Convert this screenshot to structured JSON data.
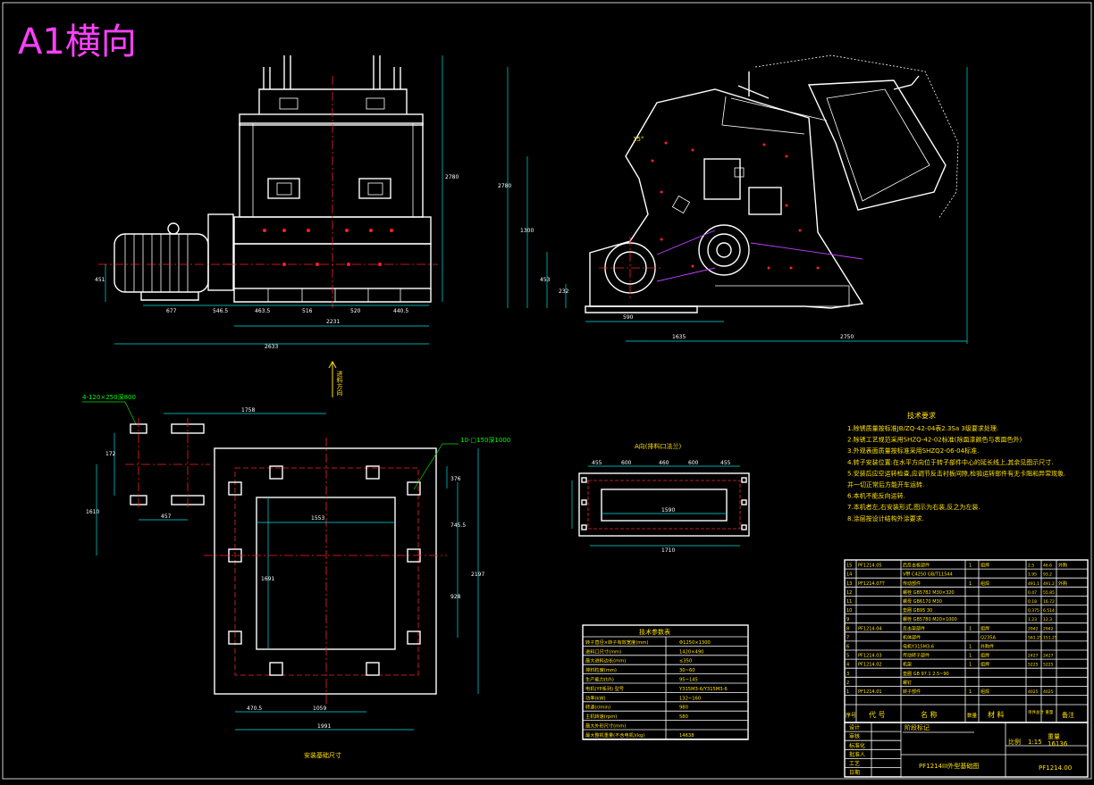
{
  "sheet": {
    "format_label": "A1横向"
  },
  "front_view": {
    "dims_bottom": [
      "677",
      "546.5",
      "463.5",
      "516",
      "520",
      "440.5"
    ],
    "overall_span": "2231",
    "overall_width": "2633",
    "height_total": "2780",
    "motor_height": "451"
  },
  "side_view": {
    "angle": "15°",
    "height_total": "2780",
    "height_mid": "1300",
    "height_lower": "453",
    "height_small": "232",
    "dim_a": "590",
    "dim_b": "1635",
    "dim_c": "2750",
    "feed_direction": "进料方向"
  },
  "base_plan": {
    "bolt_note": "4-120×250深800",
    "hole_note": "10-□150深1000",
    "title": "安装基础尺寸",
    "dims": {
      "top": "1758",
      "inner_w": "1553",
      "d457": "457",
      "d1610": "1610",
      "d1691": "1691",
      "d745": "745.5",
      "d928": "928",
      "d2197": "2197",
      "d470": "470.5",
      "d1059": "1059",
      "d1991": "1991",
      "d376": "376",
      "d172": "172"
    }
  },
  "section_view": {
    "title": "A向(排料口法兰)",
    "dims": [
      "455",
      "600",
      "460",
      "600",
      "455",
      "1590",
      "1710"
    ]
  },
  "tech_requirements": {
    "title": "技术要求",
    "items": [
      "1.除锈质量按标准JB/ZQ-42-04表2.3Sa 3级要求处理.",
      "2.除锈工艺规范采用SHZQ-42-02标准(除面漆颜色与表面色外)",
      "3.外观表面质量按标准采用SHZQ2-06-04标准.",
      "4.转子安装位置:在水平方向位于转子部件中心的延长线上,其余见图示尺寸.",
      "5.安装后应空运转检查,应调节反击衬板间隙,检验运转部件有无卡阻和异常现象.",
      "  并一切正常后方能开车运转.",
      "6.本机不能反向运转.",
      "7.本机者左,右安装形式,图示为右装,反之为左装.",
      "8.涂层按设计结构外涂要求."
    ]
  },
  "tech_params": {
    "title": "技术参数表",
    "rows": [
      {
        "label": "转子直径×转子有效宽度(mm)",
        "value": "Φ1250×1300"
      },
      {
        "label": "进料口尺寸(mm)",
        "value": "1420×490"
      },
      {
        "label": "最大进料边长(mm)",
        "value": "≤350"
      },
      {
        "label": "排料粒度(mm)",
        "value": "30~60"
      },
      {
        "label": "生产能力(t/h)",
        "value": "95~145"
      },
      {
        "label": "电机(YP系列)  型号",
        "value": "Y315M3-6/Y315M3-6"
      },
      {
        "label": "功率(kW)",
        "value": "132~160"
      },
      {
        "label": "转速(r/min)",
        "value": "980"
      },
      {
        "label": "主机转速(rpm)",
        "value": "580"
      },
      {
        "label": "最大外形尺寸(mm)",
        "value": ""
      },
      {
        "label": "最大整机重量(不含电机)(kg)",
        "value": "14638"
      }
    ]
  },
  "parts_list": {
    "rows": [
      {
        "no": "15",
        "code": "PF1214.05",
        "name": "后反击板部件",
        "qty": "1",
        "mat": "组焊",
        "w1": "2.5",
        "w2": "46.6",
        "note": "外购"
      },
      {
        "no": "14",
        "code": "",
        "name": "V带 C4250 GB/T11544",
        "qty": "",
        "mat": "",
        "w1": "1.95",
        "w2": "93.2",
        "note": ""
      },
      {
        "no": "13",
        "code": "PF1214.07T",
        "name": "传动部件",
        "qty": "1",
        "mat": "组焊",
        "w1": "491.1",
        "w2": "491.2",
        "note": "外购"
      },
      {
        "no": "12",
        "code": "",
        "name": "螺栓 GB5782 M30×320",
        "qty": "",
        "mat": "",
        "w1": "0.47",
        "w2": "55.85",
        "note": ""
      },
      {
        "no": "11",
        "code": "",
        "name": "螺母 GB6170 M30",
        "qty": "",
        "mat": "",
        "w1": "0.18",
        "w2": "16.72",
        "note": ""
      },
      {
        "no": "10",
        "code": "",
        "name": "垫圈 GB95 30",
        "qty": "",
        "mat": "",
        "w1": "0.375",
        "w2": "6.514",
        "note": ""
      },
      {
        "no": "9",
        "code": "",
        "name": "螺栓 GB5780 M20×1000",
        "qty": "",
        "mat": "",
        "w1": "1.23",
        "w2": "12.3",
        "note": ""
      },
      {
        "no": "8",
        "code": "PF1214.04",
        "name": "反击架部件",
        "qty": "1",
        "mat": "组焊",
        "w1": "2942",
        "w2": "2942",
        "note": ""
      },
      {
        "no": "7",
        "code": "",
        "name": "机体部件",
        "qty": "",
        "mat": "Q235A",
        "w1": "561.25",
        "w2": "151.25",
        "note": ""
      },
      {
        "no": "6",
        "code": "",
        "name": "电机Y315M3-6",
        "qty": "1",
        "mat": "外购件",
        "w1": "",
        "w2": "",
        "note": ""
      },
      {
        "no": "5",
        "code": "PF1214.03",
        "name": "传动转子部件",
        "qty": "1",
        "mat": "组焊",
        "w1": "2427",
        "w2": "2427",
        "note": ""
      },
      {
        "no": "4",
        "code": "PF1214.02",
        "name": "机架",
        "qty": "1",
        "mat": "组焊",
        "w1": "5225",
        "w2": "5225",
        "note": ""
      },
      {
        "no": "3",
        "code": "",
        "name": "垫圈 GB 97.1 2.5~90",
        "qty": "",
        "mat": "",
        "w1": "",
        "w2": "",
        "note": ""
      },
      {
        "no": "2",
        "code": "",
        "name": "螺钉",
        "qty": "",
        "mat": "",
        "w1": "",
        "w2": "",
        "note": ""
      },
      {
        "no": "1",
        "code": "PF1214.01",
        "name": "转子部件",
        "qty": "1",
        "mat": "组焊",
        "w1": "4025",
        "w2": "4025",
        "note": ""
      }
    ],
    "header": {
      "no": "序号",
      "code": "代 号",
      "name": "名 称",
      "qty": "数量",
      "mat": "材 料",
      "w": "单件总计 重量",
      "note": "备注"
    }
  },
  "title_block": {
    "drawing_title": "PF1214III外型基础图",
    "drawing_no": "PF1214.00",
    "roles": [
      "设计",
      "审核",
      "标准化",
      "批准人",
      "工艺",
      "日期"
    ],
    "mid_label": "阶段标记",
    "scale_label": "比例",
    "scale": "1:15",
    "weight_label": "重量",
    "weight": "16136"
  }
}
